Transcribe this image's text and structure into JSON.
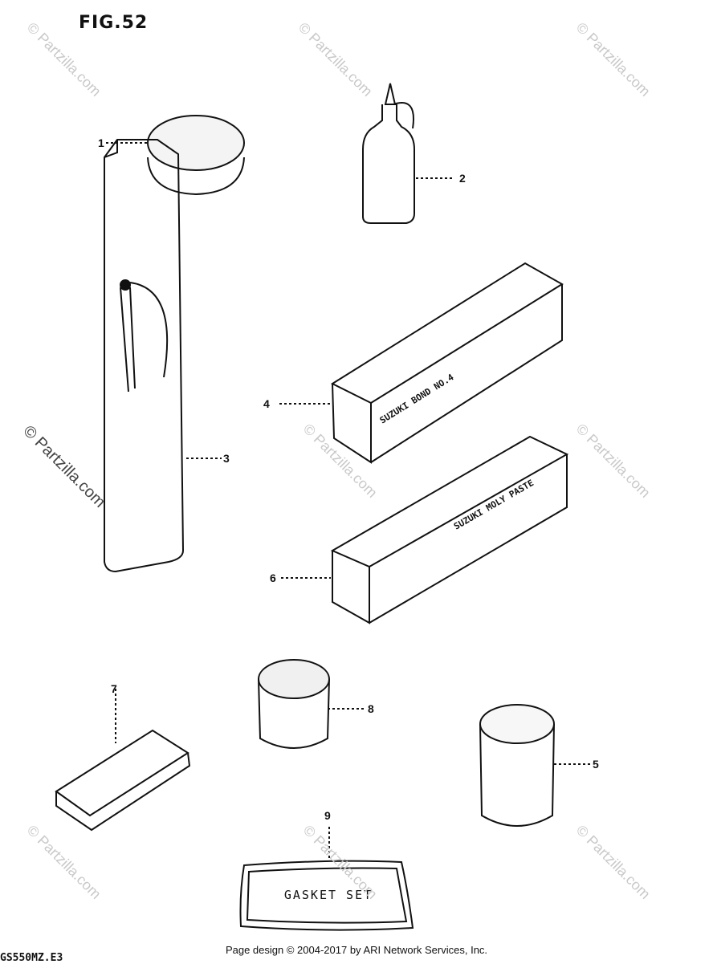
{
  "figure": {
    "title": "FIG.52"
  },
  "callouts": [
    "1",
    "2",
    "3",
    "4",
    "5",
    "6",
    "7",
    "8",
    "9"
  ],
  "labels": {
    "bond": "SUZUKI BOND NO.4",
    "moly": "SUZUKI MOLY PASTE",
    "gasket": "GASKET SET"
  },
  "watermark": "© Partzilla.com",
  "footer": {
    "copyright": "Page design © 2004-2017 by ARI Network Services, Inc.",
    "code": "GS550MZ.E3"
  }
}
